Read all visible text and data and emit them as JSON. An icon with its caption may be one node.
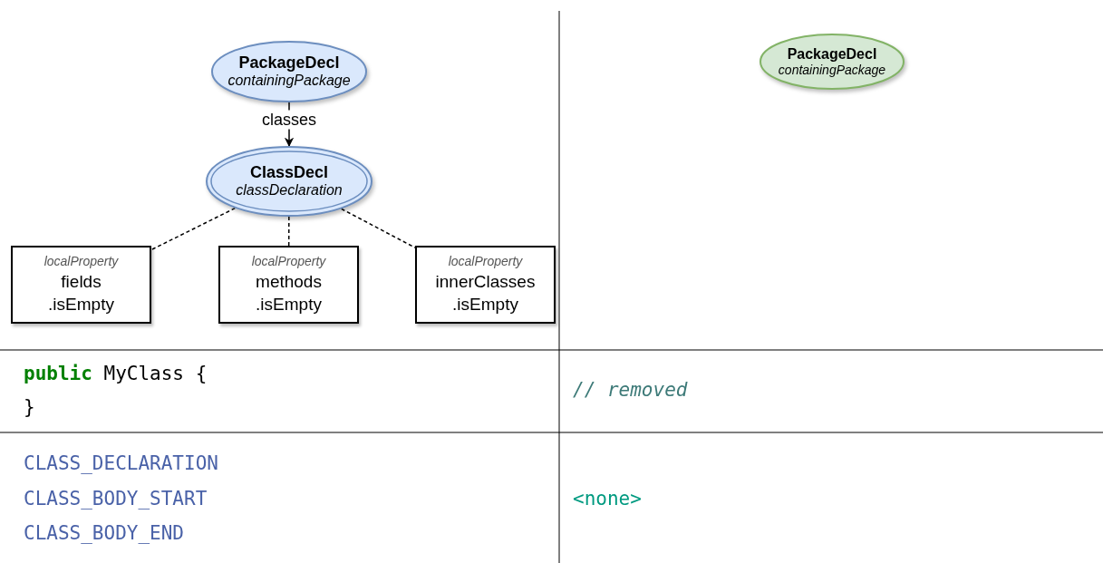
{
  "diagram": {
    "nodes": [
      {
        "text": [
          "PackageDecl",
          "containingPackage"
        ]
      },
      {
        "text": [
          "ClassDecl",
          "classDeclaration"
        ]
      },
      {
        "text": [
          "localProperty",
          "fields .isEmpty"
        ]
      },
      {
        "text": [
          "localProperty",
          "methods .isEmpty"
        ]
      },
      {
        "text": [
          "localProperty",
          "innerClasses .isEmpty"
        ]
      },
      {
        "text": [
          "PackageDecl",
          "containingPackage"
        ]
      }
    ],
    "edges": [
      {
        "from": 0,
        "to": 1,
        "arrow": "to",
        "label": "classes"
      },
      {
        "from": 1,
        "to": 2,
        "arrow": "none",
        "style": "dashed"
      },
      {
        "from": 1,
        "to": 3,
        "arrow": "none",
        "style": "dashed"
      },
      {
        "from": 1,
        "to": 4,
        "arrow": "none",
        "style": "dashed"
      }
    ],
    "labels": [
      "**public** MyClass {",
      "}",
      "// removed",
      "CLASS_DECLARATION",
      "CLASS_BODY_START",
      "CLASS_BODY_END",
      "<none>"
    ]
  }
}
